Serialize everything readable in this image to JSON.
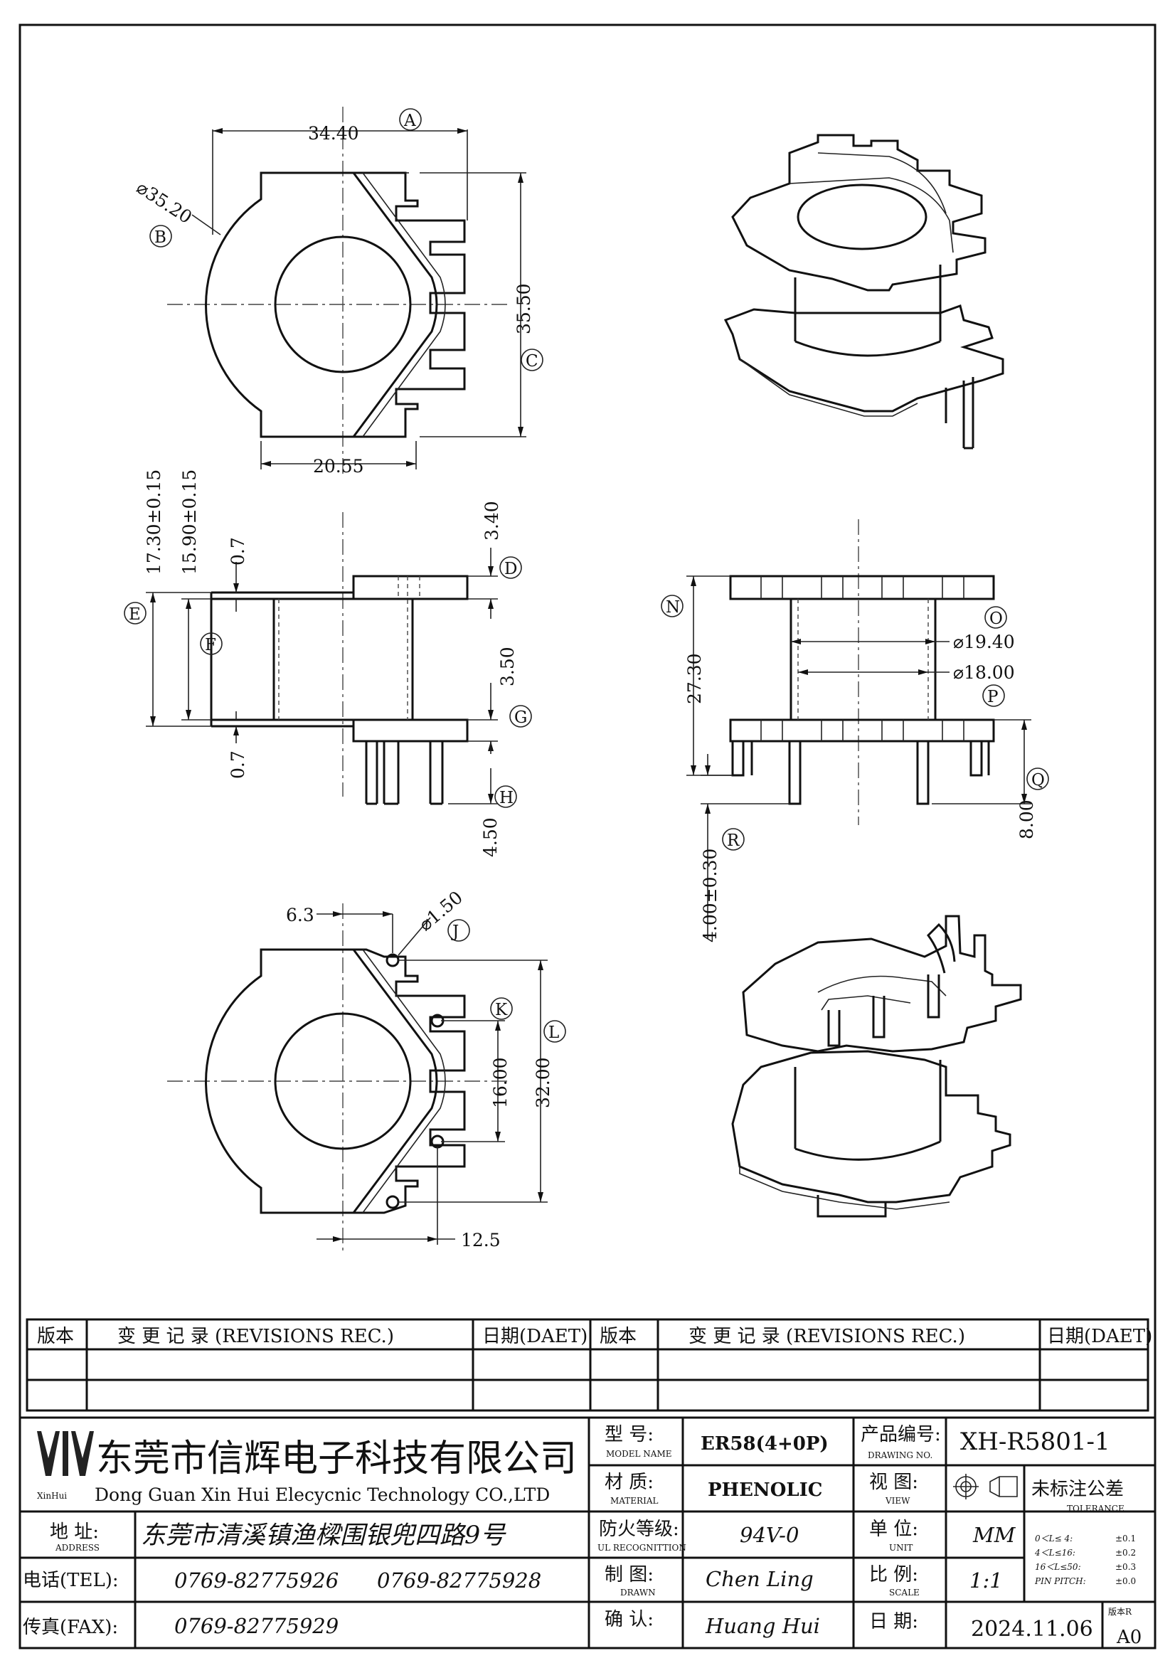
{
  "company": {
    "name_cn": "东莞市信辉电子科技有限公司",
    "name_en": "Dong Guan Xin Hui Elecycnic Technology CO.,LTD",
    "logo_caption": "XinHui"
  },
  "contact": {
    "address_label": "地 址:",
    "address_label_en": "ADDRESS",
    "address": "东莞市清溪镇渔樑围银兜四路9号",
    "tel_label": "电话(TEL):",
    "tel1": "0769-82775926",
    "tel2": "0769-82775928",
    "fax_label": "传真(FAX):",
    "fax": "0769-82775929"
  },
  "revisions": {
    "col_version": "版本",
    "col_desc": "变 更 记 录  (REVISIONS REC.)",
    "col_date": "日期(DAET)"
  },
  "title_block": {
    "model_label": "型  号:",
    "model_label_en": "MODEL NAME",
    "model": "ER58(4+0P)",
    "material_label": "材  质:",
    "material_label_en": "MATERIAL",
    "material": "PHENOLIC",
    "ul_label": "防火等级:",
    "ul_label_en": "UL RECOGNITTION",
    "ul": "94V-0",
    "drawn_label": "制  图:",
    "drawn_label_en": "DRAWN",
    "drawn": "Chen Ling",
    "check_label": "确  认:",
    "check": "Huang Hui",
    "drawing_no_label": "产品编号:",
    "drawing_no_label_en": "DRAWING NO.",
    "drawing_no": "XH-R5801-1",
    "view_label": "视  图:",
    "view_label_en": "VIEW",
    "unit_label": "单  位:",
    "unit_label_en": "UNIT",
    "unit": "MM",
    "scale_label": "比  例:",
    "scale_label_en": "SCALE",
    "scale": "1:1",
    "date_label": "日  期:",
    "date": "2024.11.06",
    "rev_label": "版本R",
    "rev": "A0",
    "tolerance_label": "未标注公差",
    "tolerance_label_en": "TOLERANCE",
    "tolerances": [
      {
        "range": "0＜L≤ 4:",
        "value": "±0.1"
      },
      {
        "range": "4＜L≤16:",
        "value": "±0.2"
      },
      {
        "range": "16＜L≤50:",
        "value": "±0.3"
      },
      {
        "range": "PIN PITCH:",
        "value": "±0.0"
      }
    ]
  },
  "dimensions": {
    "A": "34.40",
    "B": "⌀35.20",
    "C": "35.50",
    "w2055": "20.55",
    "D": "3.40",
    "E": "17.30±0.15",
    "F": "15.90±0.15",
    "t07a": "0.7",
    "t07b": "0.7",
    "G": "3.50",
    "H": "4.50",
    "N": "27.30",
    "O": "⌀19.40",
    "P": "⌀18.00",
    "Q": "8.00",
    "R": "4.00±0.30",
    "s63": "6.3",
    "J": "⌀1.50",
    "K": "16.00",
    "L": "32.00",
    "s125": "12.5"
  },
  "callouts": [
    "A",
    "B",
    "C",
    "D",
    "E",
    "F",
    "G",
    "H",
    "N",
    "O",
    "P",
    "Q",
    "R",
    "J",
    "K",
    "L"
  ]
}
